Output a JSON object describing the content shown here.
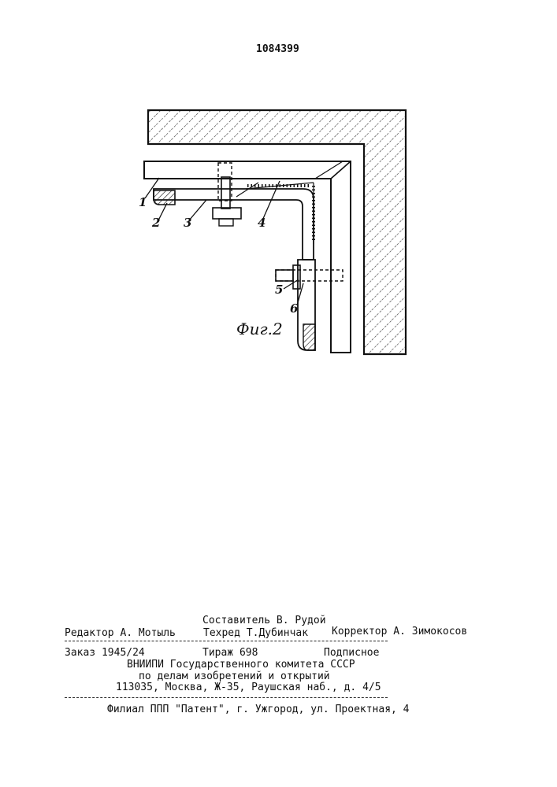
{
  "header": {
    "patent_number": "1084399"
  },
  "figure": {
    "caption": "Фиг.2",
    "callouts": [
      "1",
      "2",
      "3",
      "4",
      "5",
      "6"
    ]
  },
  "imprint": {
    "compiler": "Составитель В. Рудой",
    "editor": "Редактор А. Мотыль",
    "tech_editor": "Техред Т.Дубинчак",
    "corrector": "Корректор А. Зимокосов",
    "order": "Заказ 1945/24",
    "circulation": "Тираж 698",
    "subscription": "Подписное",
    "org_line1": "ВНИИПИ Государственного комитета СССР",
    "org_line2": "по делам изобретений и открытий",
    "org_line3": "113035, Москва, Ж-35, Раушская наб., д. 4/5",
    "branch": "Филиал ППП \"Патент\", г. Ужгород, ул. Проектная, 4"
  }
}
